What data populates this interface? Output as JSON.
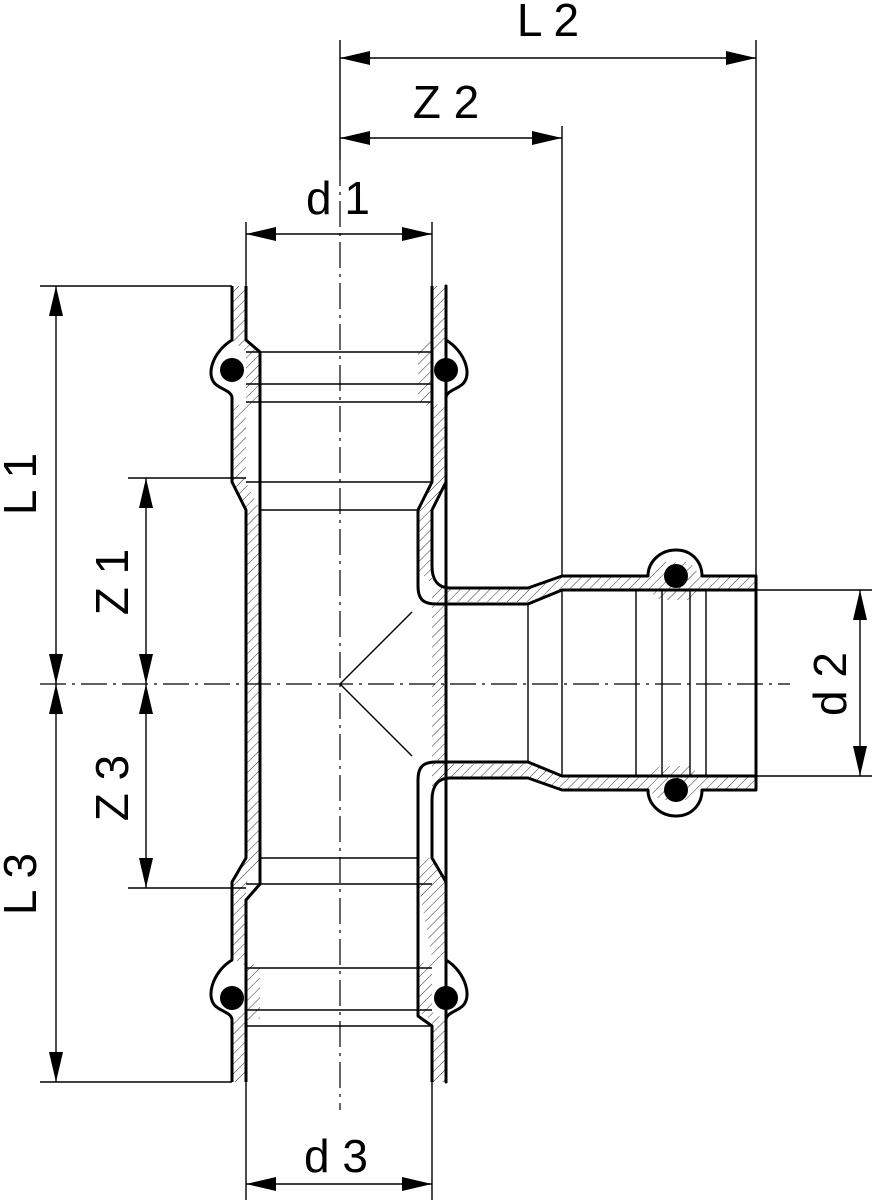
{
  "labels": {
    "d1": "d 1",
    "d2": "d 2",
    "d3": "d 3",
    "L1": "L 1",
    "L2": "L 2",
    "L3": "L 3",
    "Z1": "Z 1",
    "Z2": "Z 2",
    "Z3": "Z 3"
  },
  "colors": {
    "line": "#000000",
    "background": "#ffffff"
  }
}
